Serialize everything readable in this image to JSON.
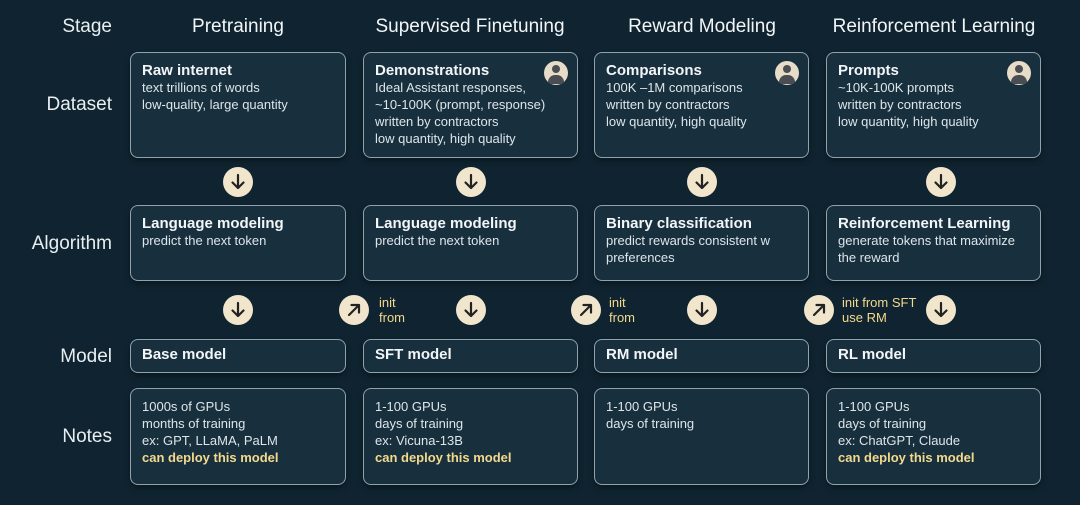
{
  "rows": {
    "stage": "Stage",
    "dataset": "Dataset",
    "algorithm": "Algorithm",
    "model": "Model",
    "notes": "Notes"
  },
  "columns": [
    {
      "stage": "Pretraining",
      "dataset": {
        "title": "Raw internet",
        "lines": [
          "text trillions of words",
          "low-quality, large quantity"
        ]
      },
      "algorithm": {
        "title": "Language modeling",
        "lines": [
          "predict the next token"
        ]
      },
      "model": "Base model",
      "notes": {
        "lines": [
          "1000s of GPUs",
          "months of training",
          "ex: GPT, LLaMA, PaLM"
        ],
        "deploy": "can deploy this model"
      }
    },
    {
      "stage": "Supervised Finetuning",
      "dataset": {
        "title": "Demonstrations",
        "lines": [
          "Ideal Assistant responses,",
          "~10-100K (prompt, response)",
          "written by contractors",
          "low quantity, high quality"
        ]
      },
      "algorithm": {
        "title": "Language modeling",
        "lines": [
          "predict the next token"
        ]
      },
      "model": "SFT model",
      "notes": {
        "lines": [
          "1-100 GPUs",
          "days of training",
          "ex: Vicuna-13B"
        ],
        "deploy": "can deploy this model"
      },
      "init": [
        "init",
        "from"
      ]
    },
    {
      "stage": "Reward Modeling",
      "dataset": {
        "title": "Comparisons",
        "lines": [
          "100K –1M comparisons",
          "written by contractors",
          "low quantity, high quality"
        ]
      },
      "algorithm": {
        "title": "Binary classification",
        "lines": [
          "predict rewards consistent w",
          "preferences"
        ]
      },
      "model": "RM model",
      "notes": {
        "lines": [
          "1-100 GPUs",
          "days of training"
        ],
        "deploy": ""
      },
      "init": [
        "init",
        "from"
      ]
    },
    {
      "stage": "Reinforcement Learning",
      "dataset": {
        "title": "Prompts",
        "lines": [
          "~10K-100K prompts",
          "written by contractors",
          "low quantity, high quality"
        ]
      },
      "algorithm": {
        "title": "Reinforcement Learning",
        "lines": [
          "generate tokens that maximize",
          "the reward"
        ]
      },
      "model": "RL model",
      "notes": {
        "lines": [
          "1-100 GPUs",
          "days of training",
          "ex: ChatGPT, Claude"
        ],
        "deploy": "can deploy this model"
      },
      "init": [
        "init from SFT",
        "use RM"
      ]
    }
  ],
  "icons": {
    "down_arrow": "arrow-down-icon",
    "diag_arrow": "arrow-up-right-icon",
    "person": "person-icon"
  },
  "colors": {
    "background": "#0f2430",
    "card": "#18303d",
    "border": "#8fa2ad",
    "highlight": "#f3d98d",
    "arrow_bg": "#f1e6cc"
  }
}
